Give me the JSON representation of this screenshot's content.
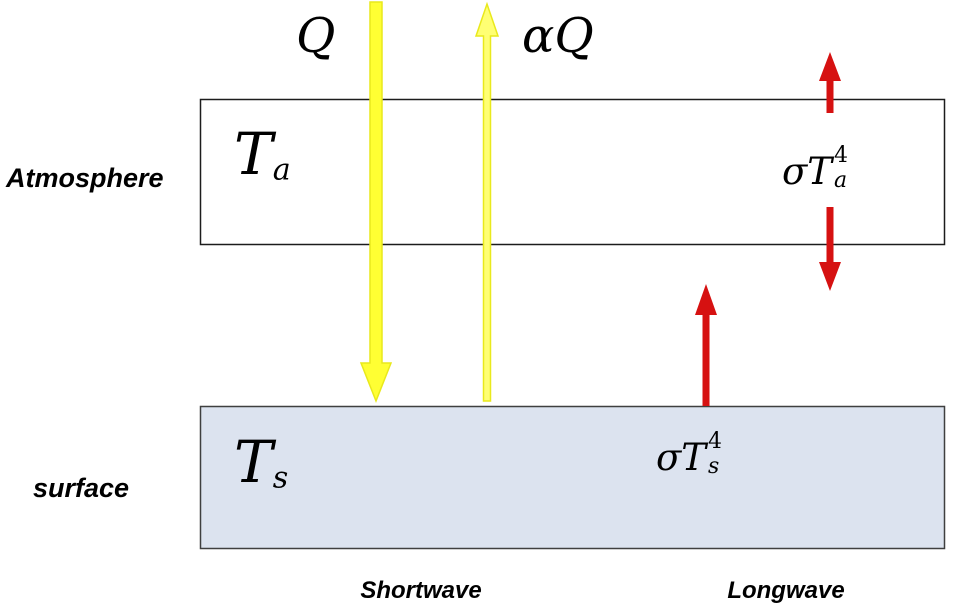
{
  "labels": {
    "atmosphere": "Atmosphere",
    "surface": "surface",
    "shortwave": "Shortwave",
    "longwave": "Longwave"
  },
  "math": {
    "q": "Q",
    "alpha_q": "αQ",
    "t": "T",
    "sub_a": "a",
    "sub_s": "s",
    "sigma": "σ",
    "exp4": "4"
  },
  "colors": {
    "atmosphere_fill": "#ffffff",
    "surface_fill": "#dce3ef",
    "box_border": "#1c1c1c",
    "surface_border": "#3f3f3f",
    "shortwave_fill": "#ffff33",
    "shortwave_light_fill": "#ffff73",
    "shortwave_stroke": "#e9e91c",
    "longwave_fill": "#d61111"
  }
}
